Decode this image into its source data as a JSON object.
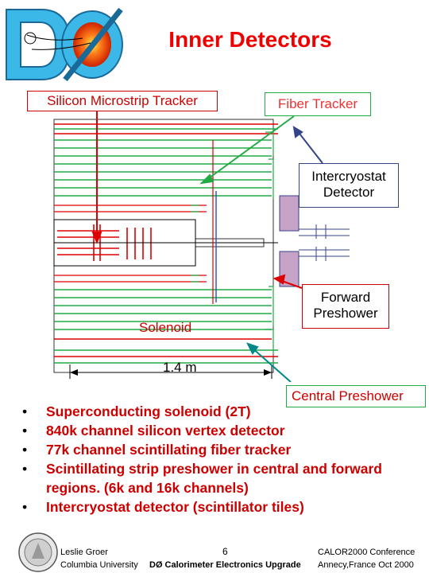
{
  "header": {
    "title": "Inner Detectors"
  },
  "diagram": {
    "labels": {
      "silicon_tracker": "Silicon Microstrip Tracker",
      "fiber_tracker": "Fiber Tracker",
      "intercryostat_line1": "Intercryostat",
      "intercryostat_line2": "Detector",
      "forward_preshower_line1": "Forward",
      "forward_preshower_line2": "Preshower",
      "solenoid": "Solenoid",
      "length": "1.4 m",
      "central_preshower": "Central Preshower"
    },
    "colors": {
      "red": "#dd0000",
      "green": "#22aa44",
      "blue": "#334488",
      "teal": "#008888"
    }
  },
  "bullets": [
    "Superconducting solenoid (2T)",
    "840k channel silicon vertex detector",
    "77k channel scintillating fiber tracker",
    "Scintillating strip preshower in central and forward regions.  (6k and 16k channels)",
    "Intercryostat detector (scintillator tiles)"
  ],
  "footer": {
    "author": "Leslie Groer",
    "institution": "Columbia University",
    "page": "6",
    "conference": "CALOR2000 Conference",
    "subtitle": "DØ Calorimeter Electronics Upgrade",
    "location": "Annecy,France Oct 2000"
  }
}
